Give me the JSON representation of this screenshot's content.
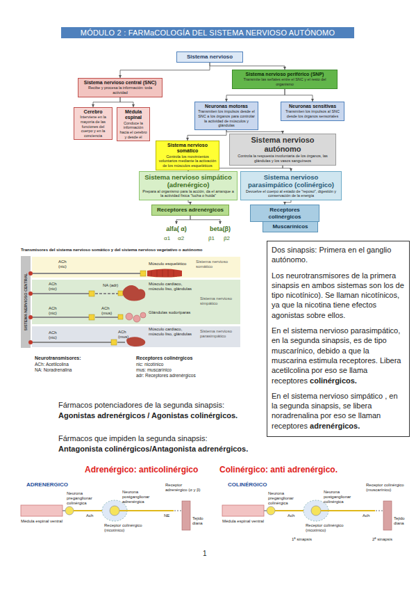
{
  "diagram": {
    "title": "MÓDULO 2 : FARMaCOLOGÍA DEL SISTEMA NERVIOSO AUTÓNOMO",
    "nodes": [
      {
        "text": [
          "Sistema nervioso"
        ]
      },
      {
        "text": [
          "Sistema nervioso central (SNC)",
          "Recibe y procesa la información: toda actividad"
        ]
      },
      {
        "text": [
          "Sistema nervioso periférico (SNP)",
          "Transmite las señales entre el SNC y el resto del organismo"
        ]
      },
      {
        "text": [
          "Cerebro",
          "Interviene en la mayoría de las funciones del cuerpo y en la conciencia"
        ]
      },
      {
        "text": [
          "Médula espinal",
          "Conduce la información hacia el cerebro y desde él"
        ]
      },
      {
        "text": [
          "Neuronas motoras",
          "Transmiten los impulsos desde el SNC a los órganos para controlar la actividad de músculos y glándulas"
        ]
      },
      {
        "text": [
          "Neuronas sensitivas",
          "Transmiten los impulsos al SNC desde los órganos sensoriales"
        ]
      },
      {
        "text": [
          "Sistema nervioso somático",
          "Controla los movimientos voluntarios mediante la activación de los músculos esqueléticos"
        ]
      },
      {
        "text": [
          "Sistema nervioso autónomo",
          "Controla la respuesta involuntaria de los órganos, las glándulas y los vasos sanguíneos"
        ]
      },
      {
        "text": [
          "Sistema nervioso simpático (adrenérgico)",
          "Prepara al organismo para la acción, da el arranque a la actividad física \"lucha o huida\""
        ]
      },
      {
        "text": [
          "Sistema nervioso parasimpático (colinérgico)",
          "Devuelve el cuerpo al estado de \"reposo\", digestión y conservación de la energía"
        ]
      },
      {
        "text": [
          "Receptores adrenérgicos"
        ]
      },
      {
        "text": [
          "Receptores colinérgicos"
        ]
      },
      {
        "text": [
          "alfa( α)"
        ]
      },
      {
        "text": [
          "beta(β)"
        ]
      },
      {
        "text": [
          "Muscarínicos"
        ]
      },
      {
        "text": [
          "Dos sinapsis: Primera en el ganglio autónomo.",
          "Los neurotransmisores de la primera sinapsis en ambos sistemas son los de tipo nicotínico). Se llaman nicotínicos, ya que la nicotina tiene efectos agonistas sobre ellos.",
          "En el sistema nervioso parasimpático, en la segunda sinapsis, es de tipo muscarínico, debido a que la muscarina estimula receptores. Libera acetilcolina por eso se llama receptores",
          "colinérgicos.",
          "En el sistema nervioso simpático , en la segunda sinapsis, se libera noradrenalina por eso se llaman receptores",
          "adrenérgicos."
        ]
      }
    ],
    "edges": [
      {
        "from": 0,
        "to": 1,
        "arrow": "to"
      },
      {
        "from": 0,
        "to": 2,
        "arrow": "to"
      },
      {
        "from": 1,
        "to": 3,
        "arrow": "to"
      },
      {
        "from": 1,
        "to": 4,
        "arrow": "to"
      },
      {
        "from": 2,
        "to": 5,
        "arrow": "to"
      },
      {
        "from": 2,
        "to": 6,
        "arrow": "to"
      },
      {
        "from": 5,
        "to": 7,
        "arrow": "to"
      },
      {
        "from": 5,
        "to": 8,
        "arrow": "to"
      },
      {
        "from": 8,
        "to": 9,
        "arrow": "to"
      },
      {
        "from": 8,
        "to": 10,
        "arrow": "to"
      },
      {
        "from": 9,
        "to": 11,
        "arrow": "to"
      },
      {
        "from": 10,
        "to": 12,
        "arrow": "to"
      },
      {
        "from": 11,
        "to": 13,
        "arrow": "to"
      },
      {
        "from": 11,
        "to": 14,
        "arrow": "to"
      },
      {
        "from": 12,
        "to": 15,
        "arrow": "to"
      }
    ],
    "labels": [
      "α1",
      "α2",
      "β1",
      "β2",
      "Transmisores del sistema nervioso somático y del sistema nervioso vegetativo o autónomo",
      "SISTEMA NERVIOSO CENTRAL",
      "ACh (nic)",
      "Músculo esquelético",
      "Sistema nervioso somático",
      "ACh (nic)",
      "NA (adr)",
      "Músculo cardiaco, músculo liso, glándulas",
      "ACh (nic)",
      "ACh (mus)",
      "Glándulas sudoríparas",
      "Sistema nervioso simpático",
      "ACh (nic)",
      "ACh (mus)",
      "Músculo cardiaco, músculo liso, glándulas",
      "Sistema nervioso parasimpático",
      "Neurotransmisores:",
      "ACh: Acetilcolina",
      "NA: Noradrenalina",
      "Receptores colinérgicos",
      "nic: nicotínico",
      "mus: muscarínico",
      "adr: Receptores adrenérgicos",
      "Fármacos potenciadores de la segunda sinapsis:",
      "Agonistas adrenérgicos / Agonistas colinérgicos.",
      "Fármacos que impiden la segunda sinapsis:",
      "Antagonista colinérgicos/Antagonista adrenérgicos.",
      "Adrenérgico: anticolinérgico",
      "Colinérgico: anti adrenérgico.",
      "ADRENERGICO",
      "Neurona preganglionar colinérgica",
      "Neurona postganglionar adrenérgica",
      "Receptor adrenérgico (α y β)",
      "Médula espinal ventral",
      "Ach",
      "Receptor colinérgico (nicotínico)",
      "NE",
      "Tejido diana",
      "COLINÉRGICO",
      "Neurona preganglionar colinérgica",
      "Neurona postganglionar colinérgica",
      "Receptor colinérgico (muscarínico)",
      "Médula espinal ventral",
      "Ach",
      "Receptor colinérgico (nicotínico)",
      "1ª sinapsis",
      "Ach",
      "Tejido diana",
      "2ª sinapsis",
      "1"
    ]
  }
}
